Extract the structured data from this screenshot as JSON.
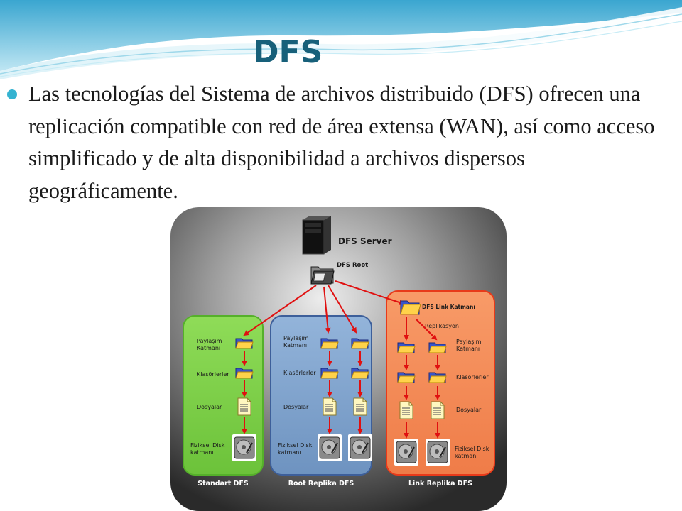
{
  "slide": {
    "title": "DFS",
    "bullet": "Las tecnologías del Sistema de archivos distribuido (DFS) ofrecen una replicación compatible con red de área extensa (WAN), así como acceso simplificado y de alta disponibilidad a archivos dispersos geográficamente."
  },
  "diagram": {
    "server_label": "DFS Server",
    "root_label": "DFS Root",
    "link_label": "DFS Link Katmanı",
    "replication_label": "Replikasyon",
    "panels": {
      "standard": {
        "title": "Standart DFS",
        "share_label_1": "Paylaşım",
        "share_label_2": "Katmanı",
        "folders_label": "Klasörlerler",
        "files_label": "Dosyalar",
        "disk_label_1": "Fiziksel Disk",
        "disk_label_2": "katmanı"
      },
      "root_replica": {
        "title": "Root Replika DFS",
        "share_label_1": "Paylaşım",
        "share_label_2": "Katmanı",
        "folders_label": "Klasörlerler",
        "files_label": "Dosyalar",
        "disk_label_1": "Fiziksel Disk",
        "disk_label_2": "katmanı"
      },
      "link_replica": {
        "title": "Link Replika DFS",
        "share_label_1": "Paylaşım",
        "share_label_2": "Katmanı",
        "folders_label": "Klasörlerler",
        "files_label": "Dosyalar",
        "disk_label_1": "Fiziksel Disk",
        "disk_label_2": "katmanı"
      }
    },
    "colors": {
      "standard_panel": "#7fd04a",
      "root_panel": "#7fa3cc",
      "link_panel": "#f28a5a",
      "arrow": "#e01010",
      "title_accent": "#17607a",
      "bullet_accent": "#35b3d1"
    }
  }
}
